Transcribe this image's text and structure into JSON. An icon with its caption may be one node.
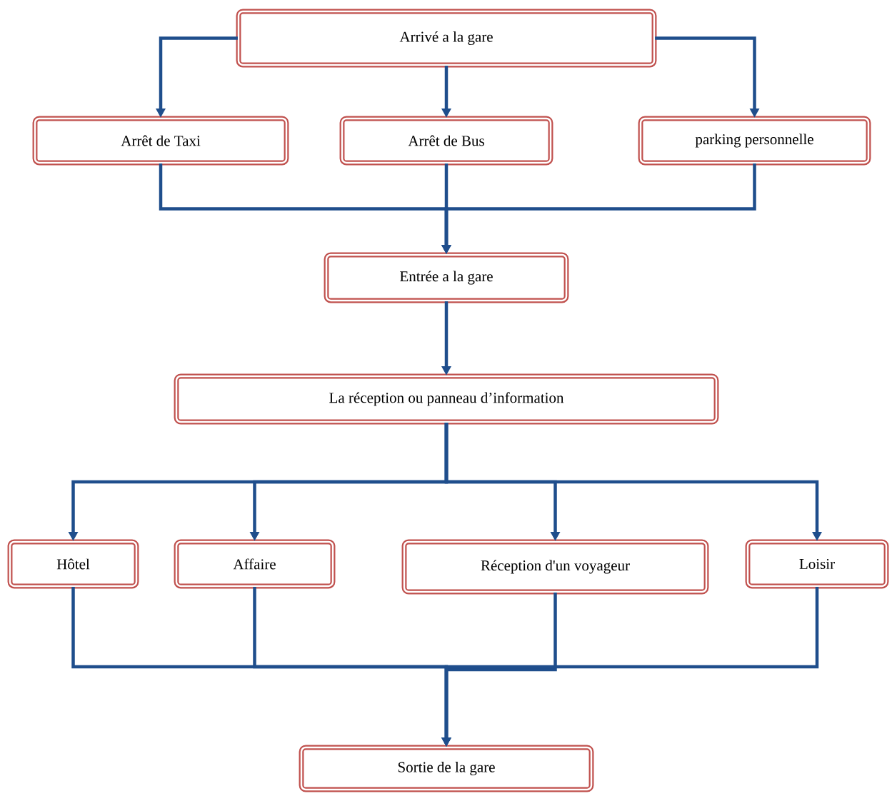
{
  "diagram": {
    "nodes": [
      {
        "text": [
          "Arrivé a la gare"
        ]
      },
      {
        "text": [
          "Arrêt de Taxi"
        ]
      },
      {
        "text": [
          "Arrêt de Bus"
        ]
      },
      {
        "text": [
          "parking personnelle"
        ]
      },
      {
        "text": [
          "Entrée a la gare"
        ]
      },
      {
        "text": [
          "La réception ou panneau  d’information"
        ]
      },
      {
        "text": [
          "Hôtel"
        ]
      },
      {
        "text": [
          "Affaire"
        ]
      },
      {
        "text": [
          "Réception d'un voyageur"
        ]
      },
      {
        "text": [
          "Loisir"
        ]
      },
      {
        "text": [
          "Sortie de la gare"
        ]
      }
    ],
    "edges": [
      {
        "from": 0,
        "to": 1,
        "arrow": "to"
      },
      {
        "from": 0,
        "to": 2,
        "arrow": "to"
      },
      {
        "from": 0,
        "to": 3,
        "arrow": "to"
      },
      {
        "from": 1,
        "to": 4,
        "arrow": "to"
      },
      {
        "from": 2,
        "to": 4,
        "arrow": "to"
      },
      {
        "from": 3,
        "to": 4,
        "arrow": "to"
      },
      {
        "from": 4,
        "to": 5,
        "arrow": "to"
      },
      {
        "from": 5,
        "to": 6,
        "arrow": "to"
      },
      {
        "from": 5,
        "to": 7,
        "arrow": "to"
      },
      {
        "from": 5,
        "to": 8,
        "arrow": "to"
      },
      {
        "from": 5,
        "to": 9,
        "arrow": "to"
      },
      {
        "from": 6,
        "to": 10,
        "arrow": "to"
      },
      {
        "from": 7,
        "to": 10,
        "arrow": "to"
      },
      {
        "from": 8,
        "to": 10,
        "arrow": "to"
      },
      {
        "from": 9,
        "to": 10,
        "arrow": "to"
      }
    ]
  }
}
